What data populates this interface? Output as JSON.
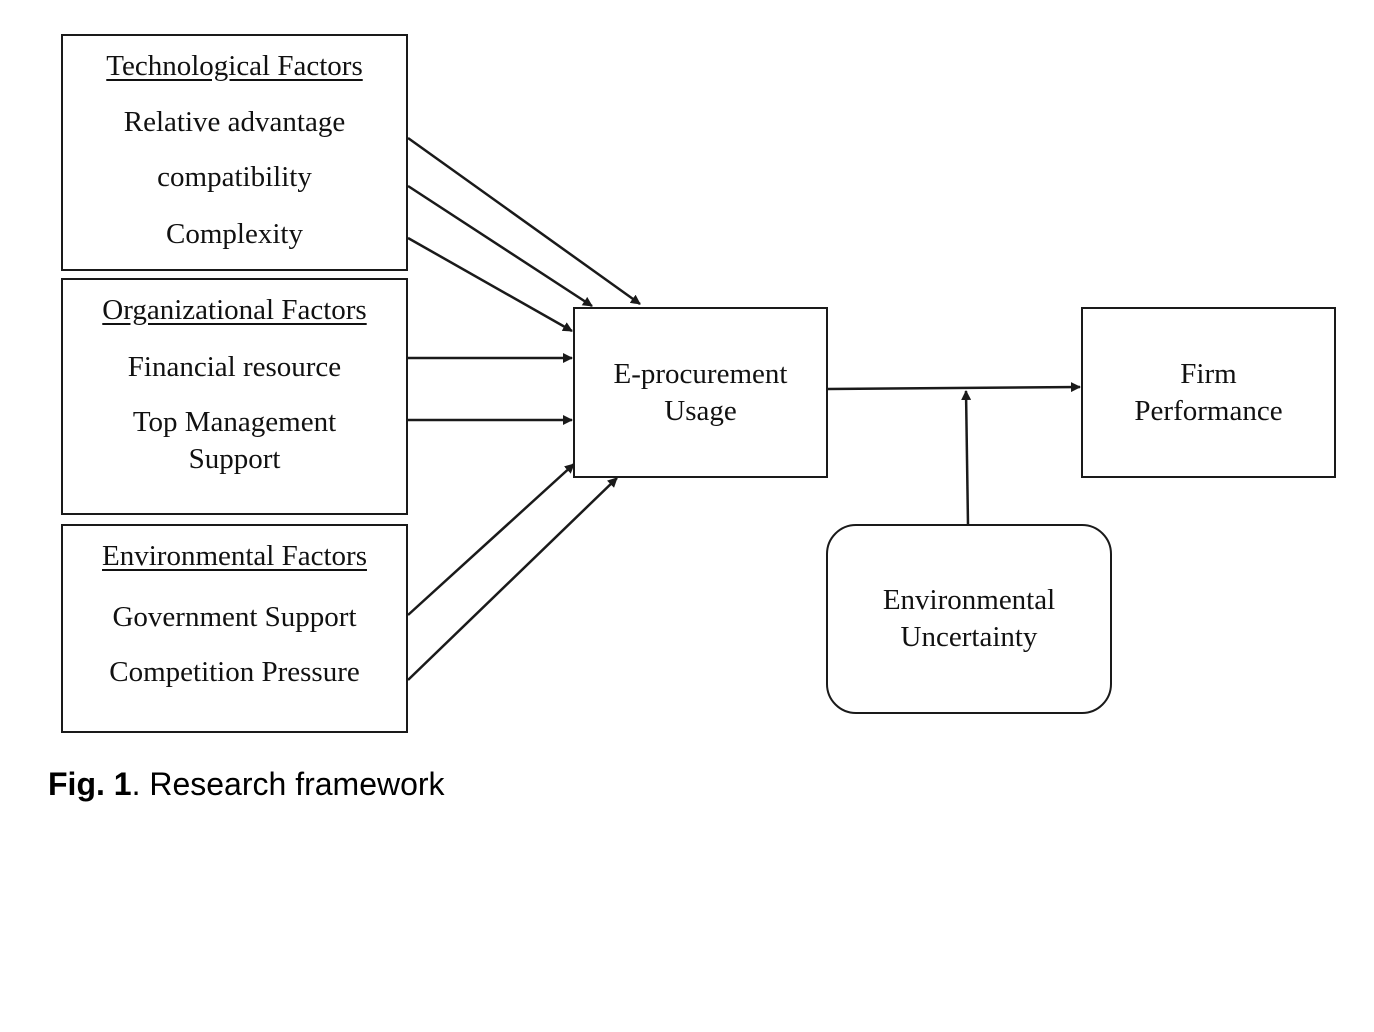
{
  "factors": {
    "technological": {
      "heading": "Technological Factors",
      "items": [
        "Relative advantage",
        "compatibility",
        "Complexity"
      ]
    },
    "organizational": {
      "heading": "Organizational Factors",
      "items": [
        "Financial resource",
        "Top Management",
        "Support"
      ]
    },
    "environmental": {
      "heading": "Environmental Factors",
      "items": [
        "Government Support",
        "Competition Pressure"
      ]
    }
  },
  "eprocurement": {
    "line1": "E-procurement",
    "line2": "Usage"
  },
  "performance": {
    "line1": "Firm",
    "line2": "Performance"
  },
  "uncertainty": {
    "line1": "Environmental",
    "line2": "Uncertainty"
  },
  "caption": {
    "label": "Fig. 1",
    "text": ". Research framework"
  }
}
